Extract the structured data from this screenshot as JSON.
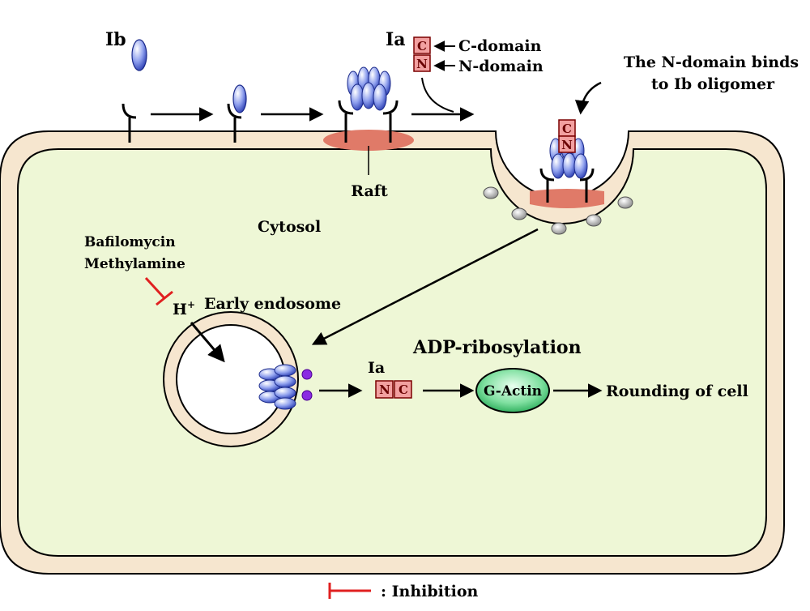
{
  "labels": {
    "ib": "Ib",
    "ia_top": "Ia",
    "c_domain": "C-domain",
    "n_domain": "N-domain",
    "n_domain_binds_line1": "The N-domain binds",
    "n_domain_binds_line2": "to Ib oligomer",
    "raft": "Raft",
    "cytosol": "Cytosol",
    "bafilomycin": "Bafilomycin",
    "methylamine": "Methylamine",
    "h_plus": "H",
    "h_plus_sup": "+",
    "early_endosome": "Early endosome",
    "adp_ribosylation": "ADP-ribosylation",
    "ia_mid": "Ia",
    "g_actin": "G-Actin",
    "rounding": "Rounding of cell",
    "inhibition": ": Inhibition",
    "box_c": "C",
    "box_n": "N"
  },
  "colors": {
    "cytosol_fill": "#eef7d6",
    "membrane_fill": "#f6e6cf",
    "raft": "#e07a68",
    "toxin_box": "#f2a0a0",
    "inhibition": "#e02020",
    "g_actin": "#3cbf6a",
    "ib_blue": "#5a6fd6",
    "purple_dot": "#8a2be2"
  }
}
